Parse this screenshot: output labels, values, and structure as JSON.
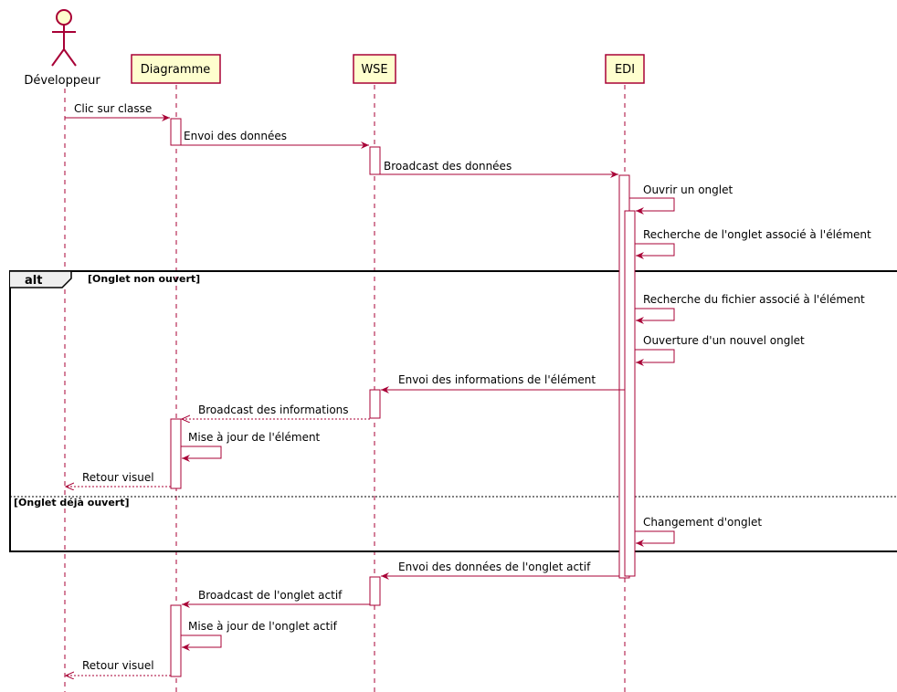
{
  "participants": {
    "dev": "Développeur",
    "diagramme": "Diagramme",
    "wse": "WSE",
    "edi": "EDI"
  },
  "messages": {
    "m1": "Clic sur classe",
    "m2": "Envoi des données",
    "m3": "Broadcast des données",
    "m4": "Ouvrir un onglet",
    "m5": "Recherche de l'onglet associé à l'élément",
    "m6": "Recherche du fichier associé à l'élément",
    "m7": "Ouverture d'un nouvel onglet",
    "m8": "Envoi des informations de l'élément",
    "m9": "Broadcast des informations",
    "m10": "Mise à jour de l'élément",
    "m11": "Retour visuel",
    "m12": "Changement d'onglet",
    "m13": "Envoi des données de l'onglet actif",
    "m14": "Broadcast de l'onglet actif",
    "m15": "Mise à jour de l'onglet actif",
    "m16": "Retour visuel"
  },
  "alt_fragment": {
    "keyword": "alt",
    "guard1": "[Onglet non ouvert]",
    "guard2": "[Onglet déjà ouvert]"
  },
  "colors": {
    "arrow": "#A80036",
    "participant_fill": "#FEFECE",
    "actor_fill": "#FEFECE",
    "lifeline": "#A80036",
    "frame": "#000000"
  }
}
